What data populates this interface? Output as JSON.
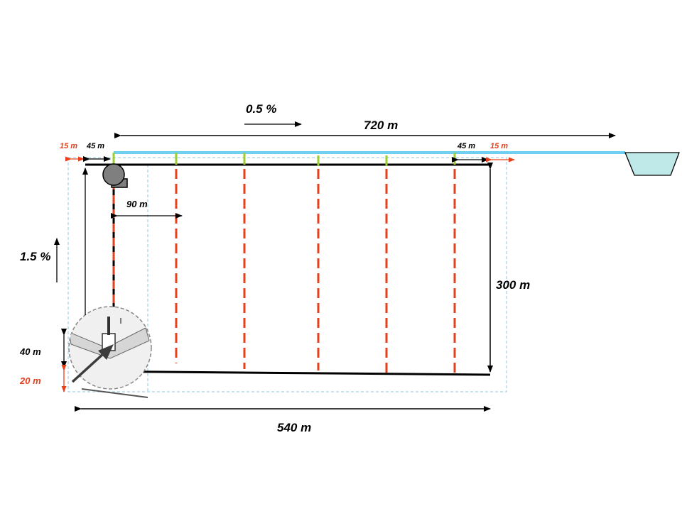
{
  "labels": {
    "slope_top": "0.5 %",
    "length_top": "720 m",
    "left_red_15": "15 m",
    "left_black_45": "45 m",
    "right_black_45": "45 m",
    "right_red_15": "15 m",
    "spacing_90": "90 m",
    "slope_left": "1.5 %",
    "height_300": "300 m",
    "dist_40": "40 m",
    "dist_20": "20 m",
    "width_540": "540 m"
  },
  "colors": {
    "supply_line": "#6ecff0",
    "lateral_red": "#e8401c",
    "lateral_green": "#9acd32",
    "boundary_dashed": "#8ec9e0",
    "reservoir_fill": "#bfe8e8",
    "pump": "#7f7f7f"
  },
  "icons": {
    "pump": "pump-icon",
    "reservoir": "reservoir-icon",
    "sprinkler_detail": "sprinkler-detail-icon"
  }
}
